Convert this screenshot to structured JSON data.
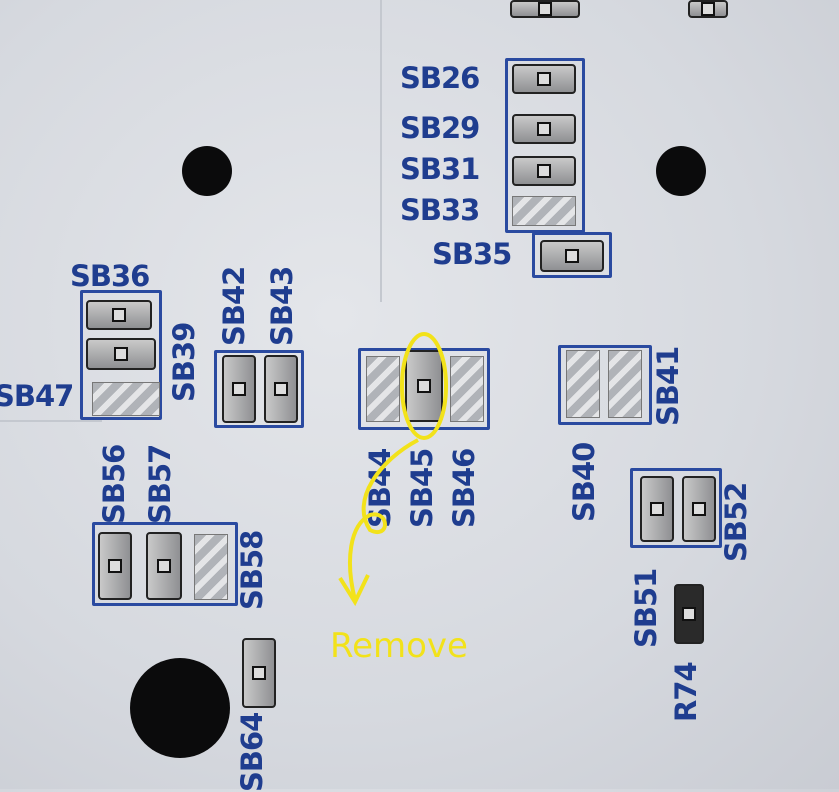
{
  "labels": {
    "sb26": "SB26",
    "sb29": "SB29",
    "sb31": "SB31",
    "sb33": "SB33",
    "sb35": "SB35",
    "sb36": "SB36",
    "sb39": "SB39",
    "sb47": "SB47",
    "sb42": "SB42",
    "sb43": "SB43",
    "sb44": "SB44",
    "sb45": "SB45",
    "sb46": "SB46",
    "sb40": "SB40",
    "sb41": "SB41",
    "sb56": "SB56",
    "sb57": "SB57",
    "sb58": "SB58",
    "sb51": "SB51",
    "sb52": "SB52",
    "r74": "R74",
    "sb64": "SB64"
  },
  "annotation": {
    "text": "Remove",
    "color": "#f2e21a"
  },
  "silkscreen_color": "#1f3d8f"
}
